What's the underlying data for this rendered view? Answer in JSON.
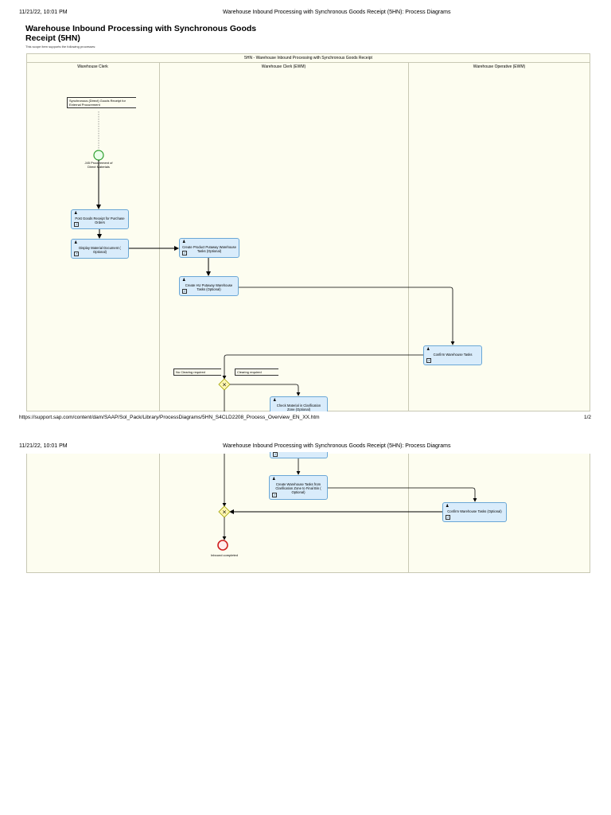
{
  "page1": {
    "header": {
      "datetime": "11/21/22, 10:01 PM",
      "title": "Warehouse Inbound Processing with Synchronous Goods Receipt (5HN): Process Diagrams"
    },
    "page_title": "Warehouse Inbound Processing with Synchronous Goods Receipt (5HN)",
    "scope_text": "This scope item supports the following processes:",
    "pool_title": "5HN - Warehouse Inbound Processing with Synchronous Goods Receipt",
    "lanes": [
      "Warehouse Clerk",
      "Warehouse Clerk (EWM)",
      "Warehouse Operative (EWM)"
    ],
    "annotations": {
      "sync_gr": "Synchronous (Direct) Goods Receipt for External Procurement",
      "no_clearing": "No Clearing required",
      "clearing": "Clearing required"
    },
    "start_event_label": "J45 Procurement of Direct Materials",
    "tasks": {
      "post_gr": "Post Goods Receipt for Purchase Orders",
      "display_mat_doc": "Display Material Document ( Optional)",
      "create_product_putaway": "Create Product Putaway Warehouse Tasks (Optional)",
      "create_hu_putaway": "Create HU Putaway Warehouse Tasks (Optional)",
      "confirm_wt": "Confirm Warehouse Tasks",
      "check_material": "Check Material in Clarification Zone (Optional)"
    },
    "footer": {
      "url": "https://support.sap.com/content/dam/SAAP/Sol_Pack/Library/ProcessDiagrams/5HN_S4CLD2208_Process_Overview_EN_XX.htm",
      "page": "1/2"
    }
  },
  "page2": {
    "header": {
      "datetime": "11/21/22, 10:01 PM",
      "title": "Warehouse Inbound Processing with Synchronous Goods Receipt (5HN): Process Diagrams"
    },
    "tasks": {
      "create_wt_from_clarification": "Create Warehouse Tasks from Clarification Zone to Final Bin ( Optional)",
      "confirm_wt_optional": "Confirm Warehouse Tasks (Optional)"
    },
    "end_event_label": "Inbound completed"
  },
  "colors": {
    "pool_bg": "#fdfdf0",
    "task_fill": "#d9ecfb",
    "task_border": "#6aa7d6",
    "start_event": "#2e9e2e",
    "end_event": "#d02020",
    "gateway_fill": "#fff6b0"
  }
}
